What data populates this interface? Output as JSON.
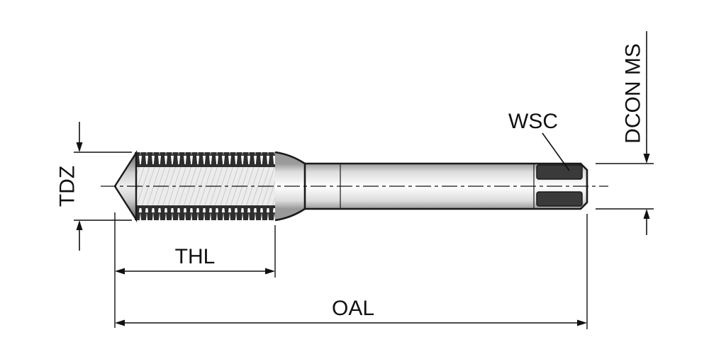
{
  "figure": {
    "labels": {
      "tdz": "TDZ",
      "thl": "THL",
      "oal": "OAL",
      "wsc": "WSC",
      "dcon": "DCON MS"
    },
    "colors": {
      "ink": "#111111",
      "dark_fill": "#3a3a3a",
      "body_fill": "#ececec"
    }
  }
}
